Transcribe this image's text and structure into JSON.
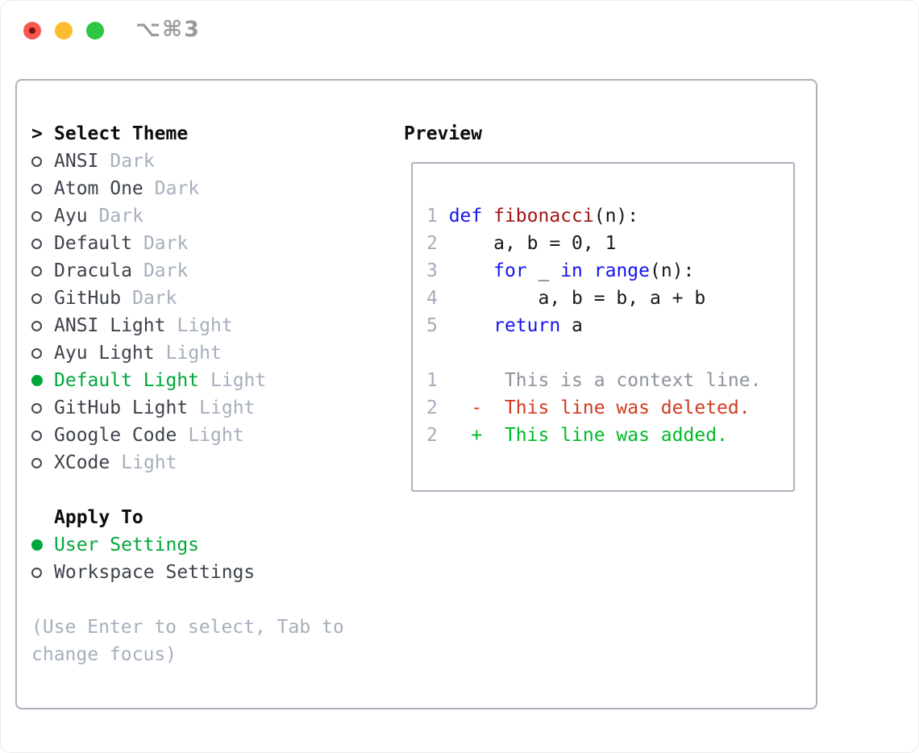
{
  "titlebar": {
    "title": "⌥⌘3",
    "buttons": [
      {
        "icon": "close-icon",
        "color": "#f8564f"
      },
      {
        "icon": "minimize-icon",
        "color": "#fcbc2f"
      },
      {
        "icon": "zoom-icon",
        "color": "#2ec73f"
      }
    ]
  },
  "theme_list": {
    "header": "Select Theme",
    "cursor": ">",
    "items": [
      {
        "name": "ANSI",
        "tag": "Dark",
        "selected": false
      },
      {
        "name": "Atom One",
        "tag": "Dark",
        "selected": false
      },
      {
        "name": "Ayu",
        "tag": "Dark",
        "selected": false
      },
      {
        "name": "Default",
        "tag": "Dark",
        "selected": false
      },
      {
        "name": "Dracula",
        "tag": "Dark",
        "selected": false
      },
      {
        "name": "GitHub",
        "tag": "Dark",
        "selected": false
      },
      {
        "name": "ANSI Light",
        "tag": "Light",
        "selected": false
      },
      {
        "name": "Ayu Light",
        "tag": "Light",
        "selected": false
      },
      {
        "name": "Default Light",
        "tag": "Light",
        "selected": true
      },
      {
        "name": "GitHub Light",
        "tag": "Light",
        "selected": false
      },
      {
        "name": "Google Code",
        "tag": "Light",
        "selected": false
      },
      {
        "name": "XCode",
        "tag": "Light",
        "selected": false
      }
    ]
  },
  "apply_to": {
    "header": "Apply To",
    "options": [
      {
        "label": "User Settings",
        "selected": true
      },
      {
        "label": "Workspace Settings",
        "selected": false
      }
    ]
  },
  "help_text": "(Use Enter to select, Tab to change focus)",
  "preview": {
    "header": "Preview",
    "lines": [
      {
        "num": "1",
        "segments": [
          {
            "text": "def ",
            "style": "keyword"
          },
          {
            "text": "fibonacci",
            "style": "function"
          },
          {
            "text": "(n):",
            "style": "plain"
          }
        ]
      },
      {
        "num": "2",
        "segments": [
          {
            "text": "    a, b = 0, 1",
            "style": "plain"
          }
        ]
      },
      {
        "num": "3",
        "segments": [
          {
            "text": "    ",
            "style": "plain"
          },
          {
            "text": "for",
            "style": "keyword"
          },
          {
            "text": " _ ",
            "style": "plain"
          },
          {
            "text": "in",
            "style": "keyword"
          },
          {
            "text": " ",
            "style": "plain"
          },
          {
            "text": "range",
            "style": "keyword"
          },
          {
            "text": "(n):",
            "style": "plain"
          }
        ]
      },
      {
        "num": "4",
        "segments": [
          {
            "text": "        a, b = b, a + b",
            "style": "plain"
          }
        ]
      },
      {
        "num": "5",
        "segments": [
          {
            "text": "    ",
            "style": "plain"
          },
          {
            "text": "return",
            "style": "keyword"
          },
          {
            "text": " a",
            "style": "plain"
          }
        ]
      },
      {
        "num": "",
        "segments": []
      },
      {
        "num": "1",
        "segments": [
          {
            "text": "     This is a context line.",
            "style": "context"
          }
        ]
      },
      {
        "num": "2",
        "segments": [
          {
            "text": "  -  This line was deleted.",
            "style": "deleted"
          }
        ]
      },
      {
        "num": "2",
        "segments": [
          {
            "text": "  +  This line was added.",
            "style": "added"
          }
        ]
      }
    ]
  },
  "colors": {
    "selection_green": "#00a83b",
    "keyword_blue": "#1414ee",
    "function_red": "#a21414",
    "deleted_red": "#cf3b22",
    "added_green": "#00bb28",
    "muted_gray": "#a6afbd",
    "context_gray": "#8e939c",
    "line_number_gray": "#a3adbb",
    "item_text": "#3d424b",
    "header_text": "#0c0d0e",
    "panel_border": "#a9b2bc",
    "titlebar_text": "#98999e"
  }
}
